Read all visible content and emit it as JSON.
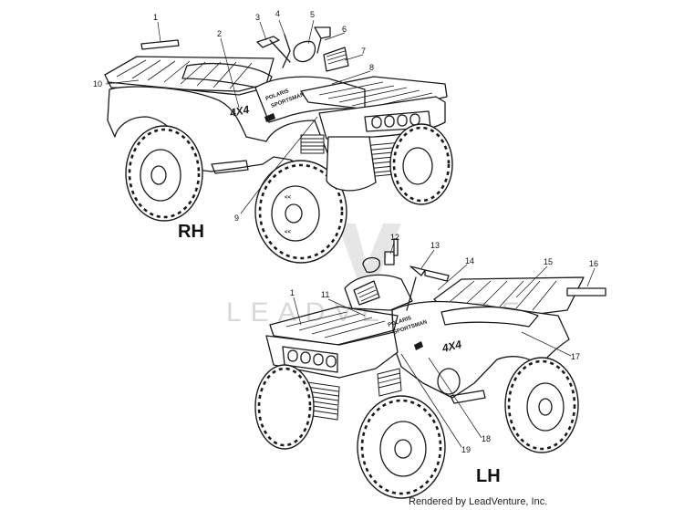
{
  "views": {
    "rh": {
      "label": "RH"
    },
    "lh": {
      "label": "LH"
    }
  },
  "decals": {
    "four_by_four": "4X4",
    "brand": "POLARIS",
    "model": "SPORTSMAN"
  },
  "watermark": "LEADVENTURE",
  "footer": "Rendered by LeadVenture, Inc.",
  "callouts": {
    "c1a": "1",
    "c2": "2",
    "c3": "3",
    "c4": "4",
    "c5": "5",
    "c6": "6",
    "c7": "7",
    "c8": "8",
    "c9": "9",
    "c10": "10",
    "c1b": "1",
    "c11": "11",
    "c12": "12",
    "c13": "13",
    "c14": "14",
    "c15": "15",
    "c16": "16",
    "c17": "17",
    "c18": "18",
    "c19": "19"
  },
  "colors": {
    "ink": "#1a1a1a",
    "watermark": "#d8d8d8",
    "background": "#ffffff"
  }
}
